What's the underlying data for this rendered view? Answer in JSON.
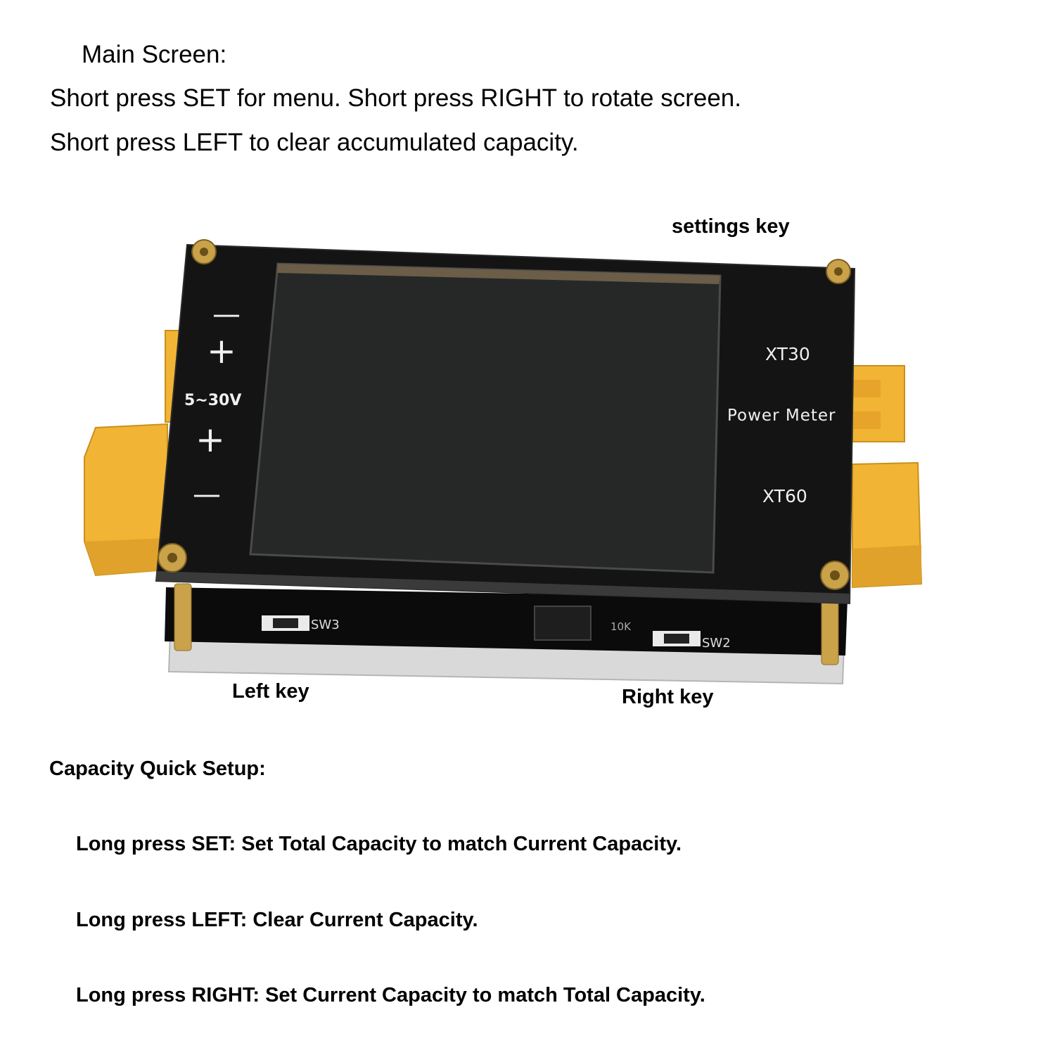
{
  "header": {
    "title": "Main Screen:",
    "line1": "Short press SET for menu. Short press RIGHT to rotate screen.",
    "line2": "Short press LEFT to clear accumulated capacity."
  },
  "callouts": {
    "settings_key": "settings key",
    "left_key": "Left key",
    "right_key": "Right key"
  },
  "board": {
    "minus_top": "—",
    "plus_top": "+",
    "voltage": "5~30V",
    "plus_bottom": "+",
    "minus_bottom": "—",
    "xt30": "XT30",
    "power_meter": "Power Meter",
    "xt60": "XT60",
    "sw3": "SW3",
    "sw2": "SW2",
    "r10k": "10K",
    "colors": {
      "pcb": "#141414",
      "screen": "#262828",
      "connector": "#f2b434",
      "brass": "#c9a24a"
    }
  },
  "quick_setup": {
    "title": "Capacity Quick Setup:",
    "items": [
      "Long press SET: Set Total Capacity to match Current Capacity.",
      "Long press LEFT: Clear Current Capacity.",
      "Long press RIGHT: Set Current Capacity to match Total Capacity."
    ]
  }
}
